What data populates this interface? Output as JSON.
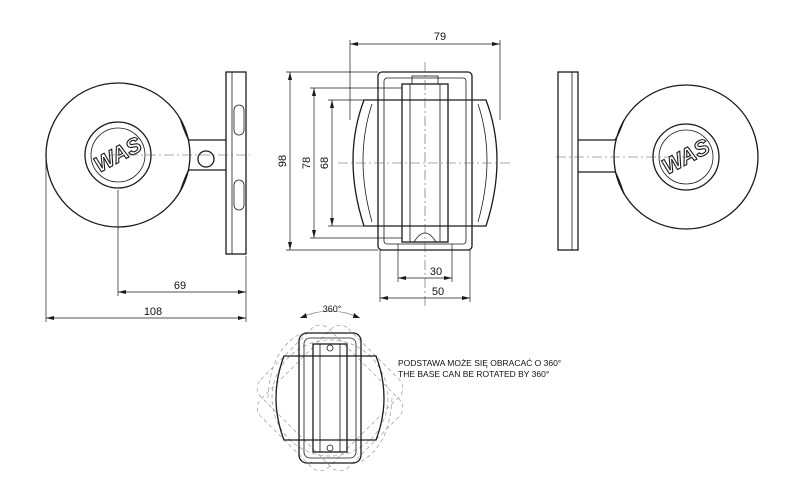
{
  "dimensions": {
    "d79": "79",
    "d98": "98",
    "d78": "78",
    "d68": "68",
    "d30": "30",
    "d50": "50",
    "d69": "69",
    "d108": "108",
    "rotation": "360°"
  },
  "note": {
    "line_pl": "PODSTAWA MOŻE SIĘ OBRACAĆ O 360°",
    "line_en": "THE BASE CAN BE ROTATED BY 360°"
  },
  "logo": {
    "text": "WAS",
    "color": "#1a1a1a"
  },
  "colors": {
    "line": "#1a1a1a",
    "ghost": "#9a9a9a",
    "background": "#ffffff"
  }
}
